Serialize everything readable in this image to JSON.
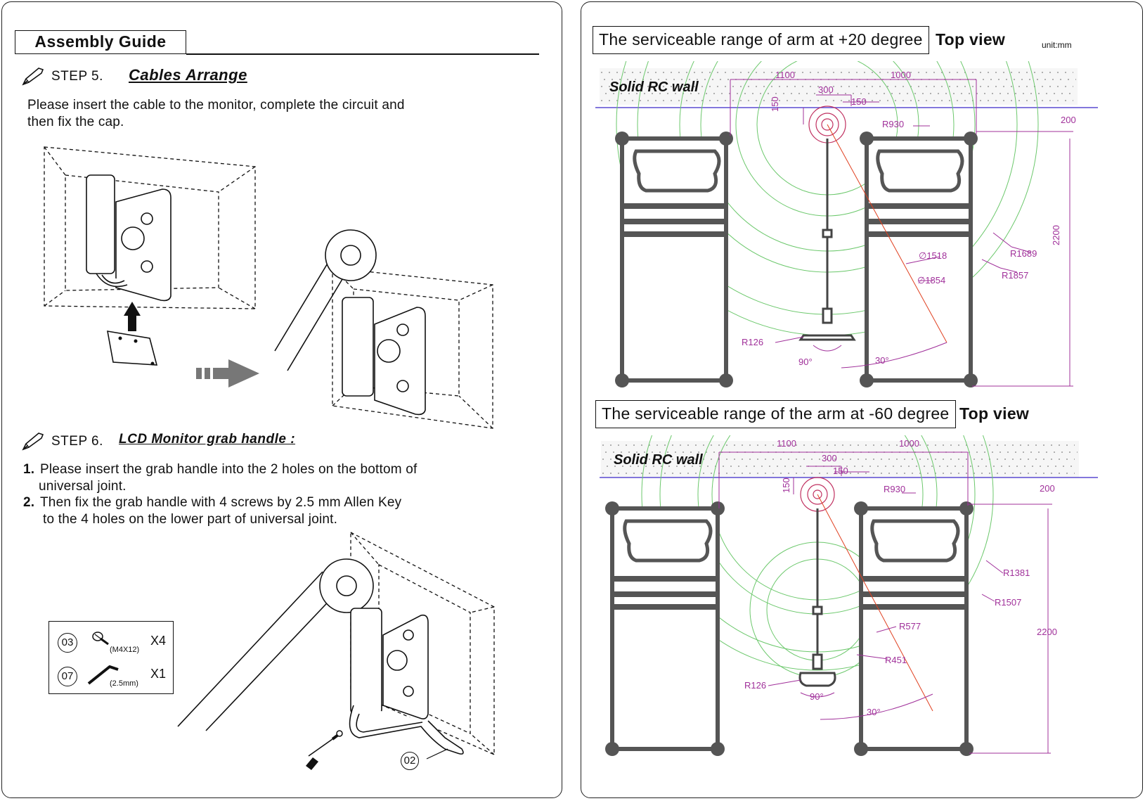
{
  "left": {
    "header": "Assembly Guide",
    "step5": {
      "label": "STEP 5.",
      "title": "Cables Arrange",
      "line1": "Please insert the cable to the monitor, complete the circuit and",
      "line2": "then fix the cap."
    },
    "step6": {
      "label": "STEP 6.",
      "title": "LCD Monitor grab handle :",
      "item1_num": "1.",
      "item1_line1": "Please insert the grab handle into the 2 holes on the bottom of",
      "item1_line2": "universal joint.",
      "item2_num": "2.",
      "item2_line1": "Then fix the grab handle with 4 screws by 2.5 mm Allen Key",
      "item2_line2": "to the 4 holes on the lower part of universal joint."
    },
    "parts": [
      {
        "id": "03",
        "spec": "(M4X12)",
        "qty": "X4"
      },
      {
        "id": "07",
        "spec": "(2.5mm)",
        "qty": "X1"
      }
    ],
    "callout": "02"
  },
  "right": {
    "unit": "unit:mm",
    "top": {
      "title": "The serviceable range of arm at +20 degree",
      "view": "Top view",
      "wall": "Solid RC wall",
      "dims": {
        "d1100": "1100",
        "d1000": "1000",
        "d300": "300",
        "d150a": "150",
        "d150b": "150",
        "d200": "200",
        "d2200": "2200"
      },
      "labels": {
        "r930": "R930",
        "r1689": "R1689",
        "r1857": "R1857",
        "dia1518": "∅1518",
        "dia1854": "∅1854",
        "r126": "R126",
        "a90": "90°",
        "a30": "30°"
      }
    },
    "bottom": {
      "title": "The serviceable range of the arm at -60 degree",
      "view": "Top view",
      "wall": "Solid RC wall",
      "dims": {
        "d1100": "1100",
        "d1000": "1000",
        "d300": "300",
        "d150a": "150",
        "d150b": "150",
        "d200": "200",
        "d2200": "2200"
      },
      "labels": {
        "r930": "R930",
        "r1381": "R1381",
        "r1507": "R1507",
        "r577": "R577",
        "r451": "R451",
        "r126": "R126",
        "a90": "90°",
        "a30": "30°"
      }
    }
  },
  "colors": {
    "ink": "#111111",
    "dim": "#a0309a",
    "range": "#6cc86c",
    "wall": "#5a4ad0",
    "arm": "#e04020"
  },
  "icons": [
    "pen-nib-icon",
    "screw-icon",
    "allen-key-icon",
    "arrow-up-icon",
    "arrow-right-icon"
  ]
}
